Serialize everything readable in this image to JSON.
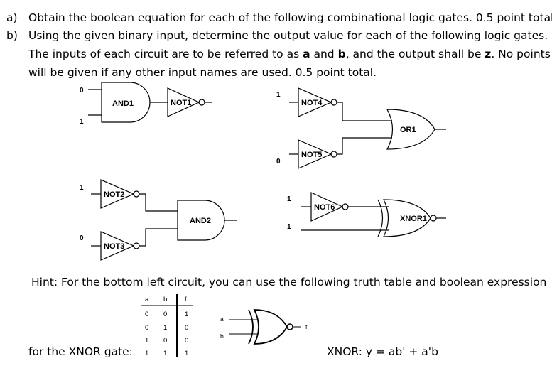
{
  "instructions": {
    "a_marker": "a)",
    "a_text": "Obtain the boolean equation for each of the following combinational logic gates. 0.5 point total.",
    "b_marker": "b)",
    "b_line1": "Using the given binary input, determine the output value for each of the following logic gates.",
    "b_line2_pre": "The inputs of each circuit are to be referred to as ",
    "b_line2_a": "a",
    "b_line2_mid": " and ",
    "b_line2_b": "b",
    "b_line2_post1": ", and the output shall be ",
    "b_line2_z": "z",
    "b_line2_post2": ". No points",
    "b_line3": "will be given if any other input names are used. 0.5 point total."
  },
  "circuits": {
    "c1": {
      "in_top": "0",
      "in_bottom": "1",
      "gate1": "AND1",
      "gate2": "NOT1"
    },
    "c2": {
      "in_top": "1",
      "in_bottom": "0",
      "gate_top": "NOT4",
      "gate_bottom": "NOT5",
      "gate_out": "OR1"
    },
    "c3": {
      "in_top": "1",
      "in_bottom": "0",
      "gate_top": "NOT2",
      "gate_bottom": "NOT3",
      "gate_out": "AND2"
    },
    "c4": {
      "in_top": "1",
      "in_bottom": "1",
      "gate_not": "NOT6",
      "gate_out": "XNOR1"
    }
  },
  "hint": {
    "text": "Hint: For the bottom left circuit, you can use the following truth table and boolean expression",
    "for_label": "for the XNOR gate:",
    "expression": "XNOR: y = ab' + a'b",
    "table": {
      "headers": [
        "a",
        "b",
        "f"
      ],
      "rows": [
        [
          "0",
          "0",
          "1"
        ],
        [
          "0",
          "1",
          "0"
        ],
        [
          "1",
          "0",
          "0"
        ],
        [
          "1",
          "1",
          "1"
        ]
      ]
    },
    "symbol": {
      "in_a": "a",
      "in_b": "b",
      "out": "f"
    }
  }
}
